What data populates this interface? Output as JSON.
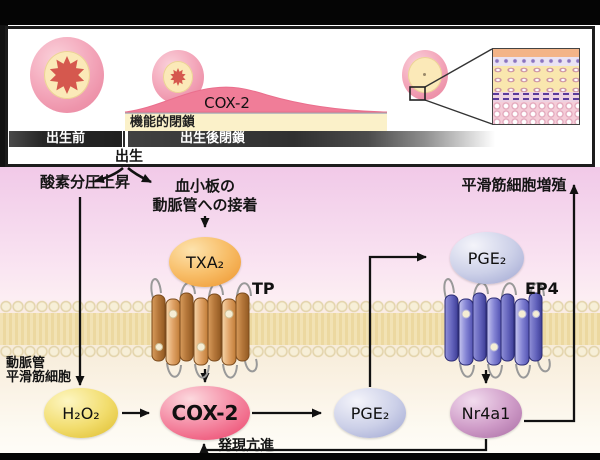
{
  "figure": {
    "top_panel": {
      "cox2_label": "COX-2",
      "functional_closure": "機能的閉鎖",
      "prenatal": "出生前",
      "postnatal_closure": "出生後閉鎖",
      "birth": "出生"
    },
    "pathway": {
      "oxygen_rise": "酸素分圧上昇",
      "platelet_line1": "血小板の",
      "platelet_line2": "動脈管への接着",
      "proliferation": "平滑筋細胞増殖",
      "txa2": "TXA₂",
      "tp": "TP",
      "h2o2": "H₂O₂",
      "cox2": "COX-2",
      "pge2_lower": "PGE₂",
      "pge2_upper": "PGE₂",
      "ep4": "EP4",
      "nr4a1": "Nr4a1",
      "expression_up": "発現亢進",
      "smc_line1": "動脈管",
      "smc_line2": "平滑筋細胞"
    },
    "colors": {
      "txa2": "#f2a445",
      "h2o2": "#e9cf3f",
      "cox2": "#ee4a6e",
      "pge2": "#a9aed6",
      "nr4a1": "#a76ba5",
      "membrane": "#f1dfad",
      "background_top": "#f1cae8",
      "cox2_curve": "#f07d98",
      "tp_receptor": "#d4904c",
      "ep4_receptor": "#5f5fba"
    }
  }
}
